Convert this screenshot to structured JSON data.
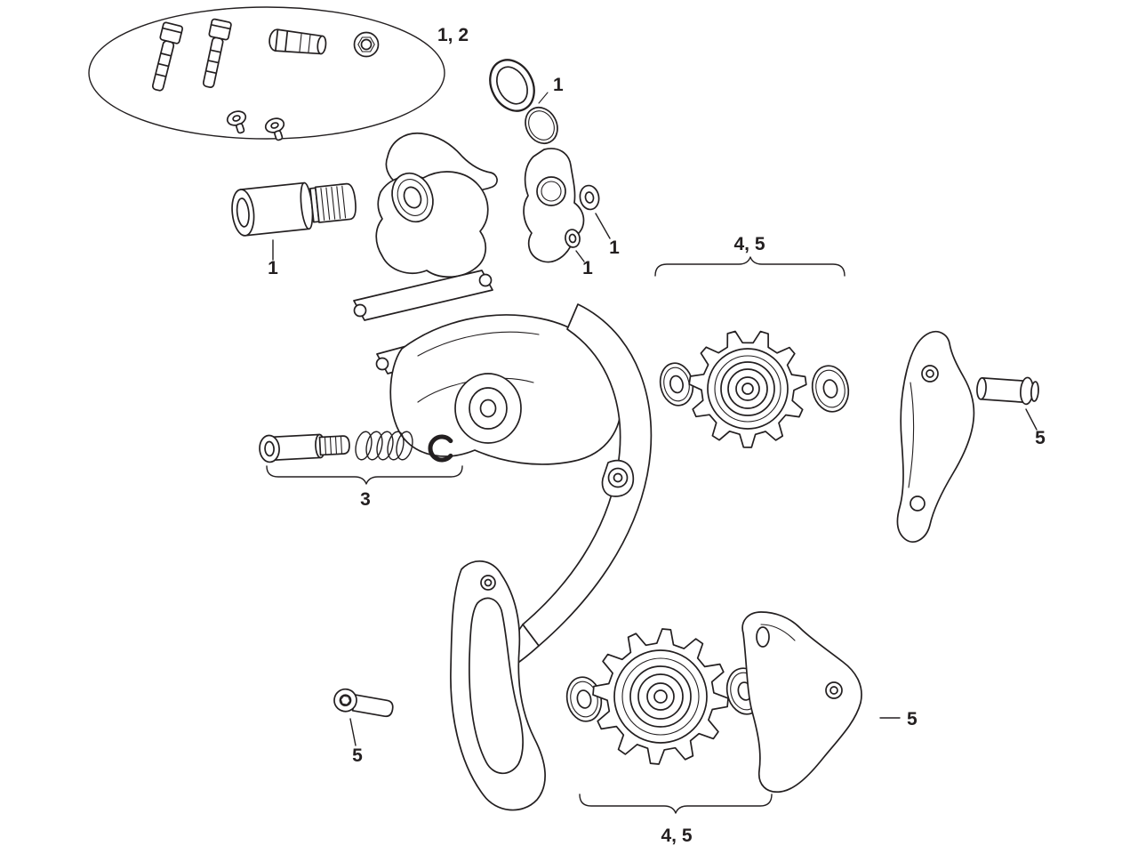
{
  "diagram": {
    "callouts": {
      "fastener_kit": "1, 2",
      "seal_rings": "1",
      "mount_bolt": "1",
      "hanger_washer_outer": "1",
      "hanger_washer_inner": "1",
      "upper_pulley_kit": "4, 5",
      "spring_kit": "3",
      "outer_plate_bolt": "5",
      "inner_plate_bolt": "5",
      "outer_plate": "5",
      "lower_pulley_kit": "4, 5"
    }
  }
}
